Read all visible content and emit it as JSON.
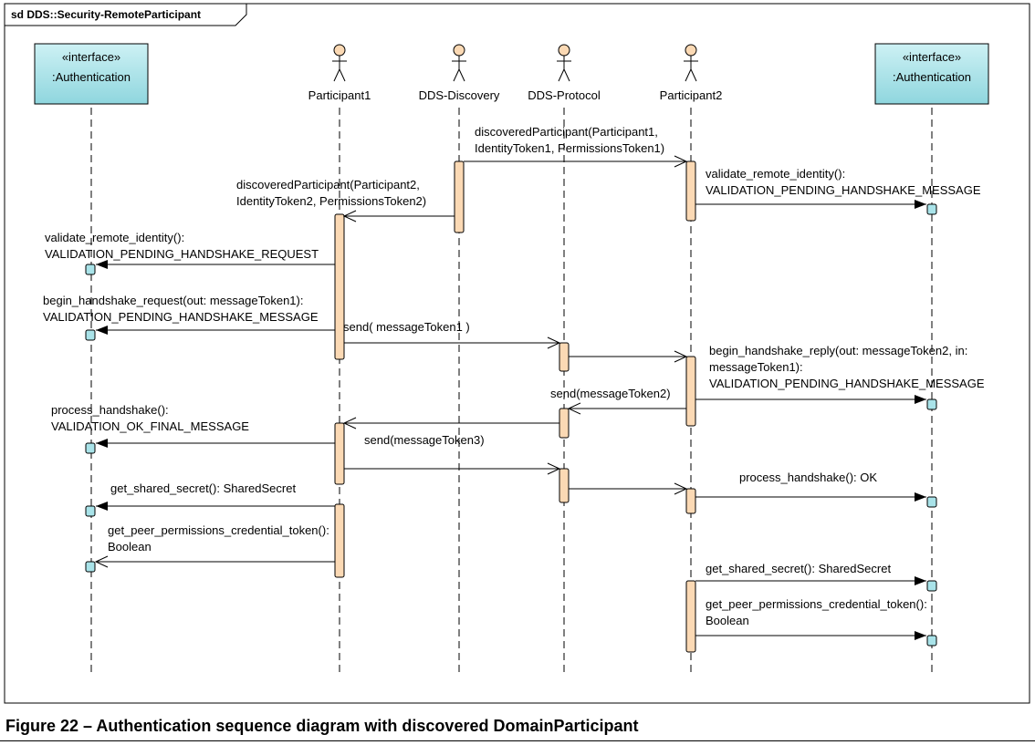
{
  "frame": {
    "title": "sd DDS::Security-RemoteParticipant"
  },
  "lifelines": [
    {
      "id": "auth1",
      "kind": "interface",
      "stereotype": "«interface»",
      "label": ":Authentication"
    },
    {
      "id": "p1",
      "kind": "actor",
      "label": "Participant1"
    },
    {
      "id": "disc",
      "kind": "actor",
      "label": "DDS-Discovery"
    },
    {
      "id": "proto",
      "kind": "actor",
      "label": "DDS-Protocol"
    },
    {
      "id": "p2",
      "kind": "actor",
      "label": "Participant2"
    },
    {
      "id": "auth2",
      "kind": "interface",
      "stereotype": "«interface»",
      "label": ":Authentication"
    }
  ],
  "messages": [
    {
      "from": "disc",
      "to": "p2",
      "lines": [
        "discoveredParticipant(Participant1,",
        "IdentityToken1, PermissionsToken1)"
      ]
    },
    {
      "from": "p2",
      "to": "auth2",
      "lines": [
        "validate_remote_identity():",
        "VALIDATION_PENDING_HANDSHAKE_MESSAGE"
      ]
    },
    {
      "from": "disc",
      "to": "p1",
      "lines": [
        "discoveredParticipant(Participant2,",
        "IdentityToken2, PermissionsToken2)"
      ]
    },
    {
      "from": "p1",
      "to": "auth1",
      "lines": [
        "validate_remote_identity():",
        "VALIDATION_PENDING_HANDSHAKE_REQUEST"
      ]
    },
    {
      "from": "p1",
      "to": "auth1",
      "lines": [
        "begin_handshake_request(out: messageToken1):",
        "VALIDATION_PENDING_HANDSHAKE_MESSAGE"
      ]
    },
    {
      "from": "p1",
      "to": "proto",
      "lines": [
        "send( messageToken1 )"
      ]
    },
    {
      "from": "proto",
      "to": "p2",
      "lines": []
    },
    {
      "from": "p2",
      "to": "auth2",
      "lines": [
        "begin_handshake_reply(out: messageToken2, in:",
        "messageToken1):",
        "VALIDATION_PENDING_HANDSHAKE_MESSAGE"
      ]
    },
    {
      "from": "p2",
      "to": "proto",
      "lines": [
        "send(messageToken2)"
      ]
    },
    {
      "from": "proto",
      "to": "p1",
      "lines": []
    },
    {
      "from": "p1",
      "to": "auth1",
      "lines": [
        "process_handshake():",
        "VALIDATION_OK_FINAL_MESSAGE"
      ]
    },
    {
      "from": "p1",
      "to": "proto",
      "lines": [
        "send(messageToken3)"
      ]
    },
    {
      "from": "proto",
      "to": "p2",
      "lines": []
    },
    {
      "from": "p2",
      "to": "auth2",
      "lines": [
        "process_handshake(): OK"
      ]
    },
    {
      "from": "p1",
      "to": "auth1",
      "lines": [
        "get_shared_secret(): SharedSecret"
      ]
    },
    {
      "from": "p1",
      "to": "auth1",
      "lines": [
        "get_peer_permissions_credential_token():",
        "Boolean"
      ]
    },
    {
      "from": "p2",
      "to": "auth2",
      "lines": [
        "get_shared_secret(): SharedSecret"
      ]
    },
    {
      "from": "p2",
      "to": "auth2",
      "lines": [
        "get_peer_permissions_credential_token():",
        "Boolean"
      ]
    }
  ],
  "caption": "Figure 22 – Authentication sequence diagram with discovered DomainParticipant",
  "colors": {
    "interface_fill": "#a9e3e9",
    "activation_fill": "#fbd9b4",
    "actor_fill": "#fbd9b4",
    "endpoint_fill": "#a9e3e9",
    "line": "#000000"
  }
}
